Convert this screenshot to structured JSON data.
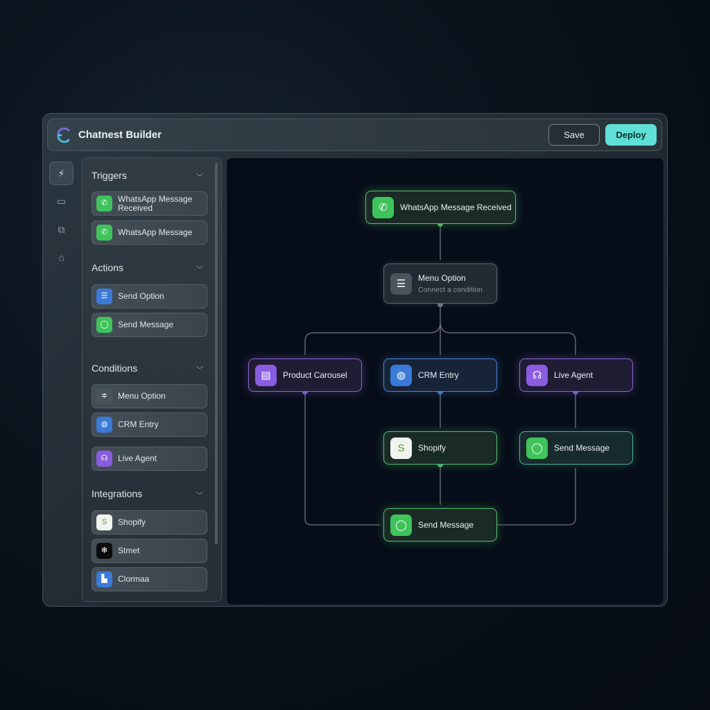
{
  "app": {
    "title": "Chatnest Builder",
    "save_label": "Save",
    "deploy_label": "Deploy",
    "accent": "#5fe0d6"
  },
  "rail": [
    "lightning-icon",
    "form-icon",
    "chat-bubbles-icon",
    "basket-icon"
  ],
  "sidebar": {
    "triggers": {
      "title": "Triggers",
      "items": [
        {
          "label": "WhatsApp Message Received",
          "icon": "whatsapp-icon"
        },
        {
          "label": "WhatsApp Message",
          "icon": "whatsapp-icon"
        }
      ]
    },
    "actions": {
      "title": "Actions",
      "items": [
        {
          "label": "Send Option",
          "icon": "list-icon"
        },
        {
          "label": "Send Message",
          "icon": "chat-icon"
        }
      ]
    },
    "conditions": {
      "title": "Conditions",
      "items": [
        {
          "label": "Menu Option",
          "icon": "menu-icon"
        },
        {
          "label": "CRM Entry",
          "icon": "crm-icon"
        },
        {
          "label": "Live Agent",
          "icon": "headset-icon"
        }
      ]
    },
    "integrations": {
      "title": "Integrations",
      "items": [
        {
          "label": "Shopify",
          "icon": "shopify-icon"
        },
        {
          "label": "Stmet",
          "icon": "snowflake-icon"
        },
        {
          "label": "Clormaa",
          "icon": "app-icon"
        }
      ]
    }
  },
  "canvas": {
    "nodes": {
      "trigger": {
        "label": "WhatsApp Message Received"
      },
      "menu": {
        "label": "Menu Option",
        "sub": "Connect a condition"
      },
      "carousel": {
        "label": "Product Carousel"
      },
      "crm": {
        "label": "CRM Entry"
      },
      "agent": {
        "label": "Live Agent"
      },
      "shopify": {
        "label": "Shopify"
      },
      "send_right": {
        "label": "Send Message"
      },
      "send_bottom": {
        "label": "Send Message"
      }
    }
  }
}
